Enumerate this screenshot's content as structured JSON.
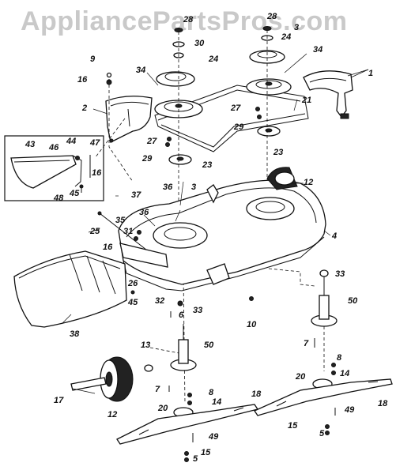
{
  "watermark": "AppliancePartsPros.com",
  "parts": [
    {
      "id": "p1",
      "label": "1"
    },
    {
      "id": "p2",
      "label": "2"
    },
    {
      "id": "p3",
      "label": "3"
    },
    {
      "id": "p4",
      "label": "4"
    },
    {
      "id": "p5a",
      "label": "5"
    },
    {
      "id": "p5b",
      "label": "5"
    },
    {
      "id": "p6",
      "label": "6"
    },
    {
      "id": "p7a",
      "label": "7"
    },
    {
      "id": "p7b",
      "label": "7"
    },
    {
      "id": "p8a",
      "label": "8"
    },
    {
      "id": "p8b",
      "label": "8"
    },
    {
      "id": "p9",
      "label": "9"
    },
    {
      "id": "p10",
      "label": "10"
    },
    {
      "id": "p12a",
      "label": "12"
    },
    {
      "id": "p12b",
      "label": "12"
    },
    {
      "id": "p13",
      "label": "13"
    },
    {
      "id": "p14a",
      "label": "14"
    },
    {
      "id": "p14b",
      "label": "14"
    },
    {
      "id": "p15a",
      "label": "15"
    },
    {
      "id": "p15b",
      "label": "15"
    },
    {
      "id": "p16a",
      "label": "16"
    },
    {
      "id": "p16b",
      "label": "16"
    },
    {
      "id": "p16c",
      "label": "16"
    },
    {
      "id": "p17",
      "label": "17"
    },
    {
      "id": "p18a",
      "label": "18"
    },
    {
      "id": "p18b",
      "label": "18"
    },
    {
      "id": "p20a",
      "label": "20"
    },
    {
      "id": "p20b",
      "label": "20"
    },
    {
      "id": "p21",
      "label": "21"
    },
    {
      "id": "p23a",
      "label": "23"
    },
    {
      "id": "p23b",
      "label": "23"
    },
    {
      "id": "p24a",
      "label": "24"
    },
    {
      "id": "p24b",
      "label": "24"
    },
    {
      "id": "p25",
      "label": "25"
    },
    {
      "id": "p26",
      "label": "26"
    },
    {
      "id": "p27a",
      "label": "27"
    },
    {
      "id": "p27b",
      "label": "27"
    },
    {
      "id": "p28a",
      "label": "28"
    },
    {
      "id": "p28b",
      "label": "28"
    },
    {
      "id": "p29a",
      "label": "29"
    },
    {
      "id": "p29b",
      "label": "29"
    },
    {
      "id": "p30a",
      "label": "30"
    },
    {
      "id": "p30b",
      "label": "3"
    },
    {
      "id": "p31",
      "label": "31"
    },
    {
      "id": "p32",
      "label": "32"
    },
    {
      "id": "p33a",
      "label": "33"
    },
    {
      "id": "p33b",
      "label": "33"
    },
    {
      "id": "p34a",
      "label": "34"
    },
    {
      "id": "p34b",
      "label": "34"
    },
    {
      "id": "p35",
      "label": "35"
    },
    {
      "id": "p36a",
      "label": "36"
    },
    {
      "id": "p36b",
      "label": "36"
    },
    {
      "id": "p37",
      "label": "37"
    },
    {
      "id": "p38",
      "label": "38"
    },
    {
      "id": "p43",
      "label": "43"
    },
    {
      "id": "p44",
      "label": "44"
    },
    {
      "id": "p45a",
      "label": "45"
    },
    {
      "id": "p45b",
      "label": "45"
    },
    {
      "id": "p46",
      "label": "46"
    },
    {
      "id": "p47",
      "label": "47"
    },
    {
      "id": "p48",
      "label": "48"
    },
    {
      "id": "p49a",
      "label": "49"
    },
    {
      "id": "p49b",
      "label": "49"
    },
    {
      "id": "p50a",
      "label": "50"
    },
    {
      "id": "p50b",
      "label": "50"
    }
  ]
}
